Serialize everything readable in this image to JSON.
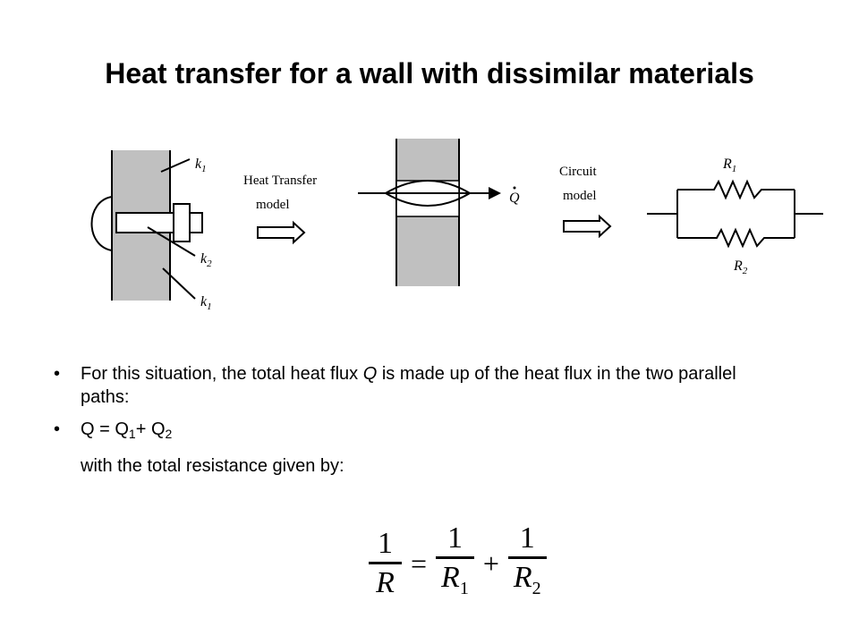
{
  "title": "Heat transfer for a wall with dissimilar materials",
  "diagram": {
    "labels": {
      "k1_top": "k",
      "k1_top_sub": "1",
      "k2": "k",
      "k2_sub": "2",
      "k1_bottom": "k",
      "k1_bottom_sub": "1",
      "heat_transfer_line1": "Heat Transfer",
      "heat_transfer_line2": "model",
      "q_dot": "Q",
      "circuit_line1": "Circuit",
      "circuit_line2": "model",
      "r1": "R",
      "r1_sub": "1",
      "r2": "R",
      "r2_sub": "2"
    },
    "colors": {
      "wall_fill": "#c0c0c0",
      "stroke": "#000000"
    }
  },
  "bullets": {
    "item1": {
      "mark": "•",
      "text_before": "For this situation, the total heat flux ",
      "q_italic": "Q",
      "text_after": "  is made up of the heat flux in the two parallel paths:"
    },
    "item2": {
      "mark": "•",
      "q": "Q = Q",
      "sub1": "1",
      "plus": "+ Q",
      "sub2": "2"
    },
    "item3": {
      "mark": "",
      "text": " with the total resistance given by:"
    }
  },
  "formula": {
    "one": "1",
    "r": "R",
    "equals": "=",
    "plus": "+",
    "r1": "R",
    "r1_sub": "1",
    "r2": "R",
    "r2_sub": "2"
  }
}
